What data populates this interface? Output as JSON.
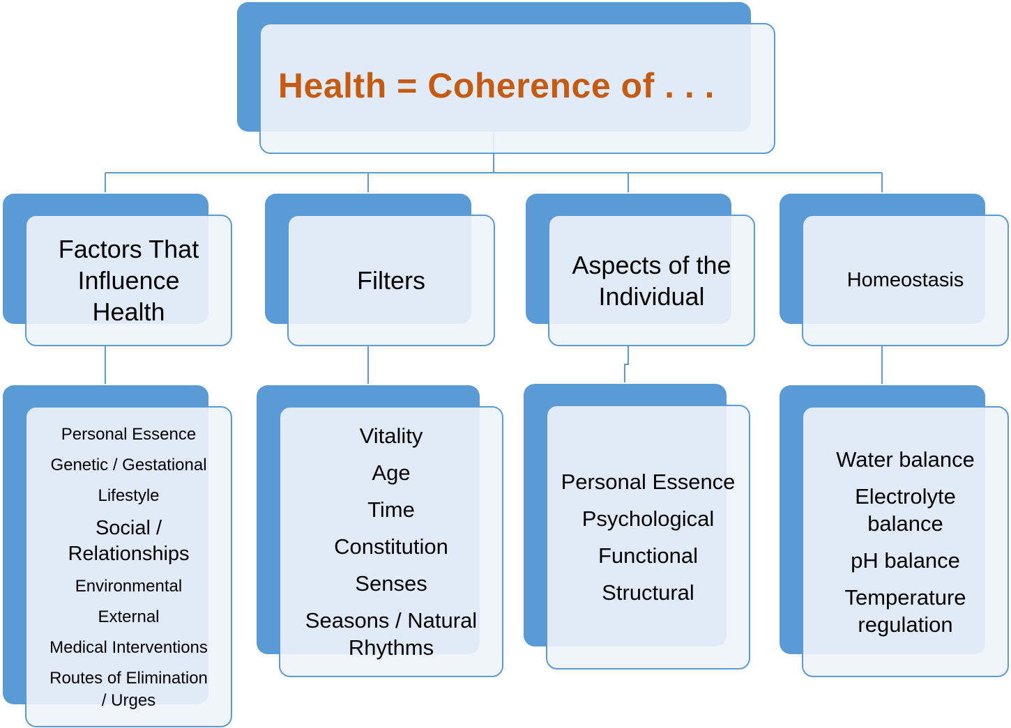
{
  "title": "Health = Coherence of . . .",
  "columns": [
    {
      "heading": "Factors That\nInfluence\nHealth",
      "items": [
        "Personal Essence",
        "Genetic / Gestational",
        "Lifestyle",
        "Social /\nRelationships",
        "Environmental",
        "External",
        "Medical Interventions",
        "Routes of Elimination\n/ Urges"
      ]
    },
    {
      "heading": "Filters",
      "items": [
        "Vitality",
        "Age",
        "Time",
        "Constitution",
        "Senses",
        "Seasons / Natural\nRhythms"
      ]
    },
    {
      "heading": "Aspects of the\nIndividual",
      "items": [
        "Personal Essence",
        "Psychological",
        "Functional",
        "Structural"
      ]
    },
    {
      "heading": "Homeostasis",
      "items": [
        "Water balance",
        "Electrolyte\nbalance",
        "pH balance",
        "Temperature\nregulation"
      ]
    }
  ],
  "colors": {
    "accent": "#5b9bd5",
    "title": "#c55a11",
    "box_fill": "#eef4fb"
  }
}
